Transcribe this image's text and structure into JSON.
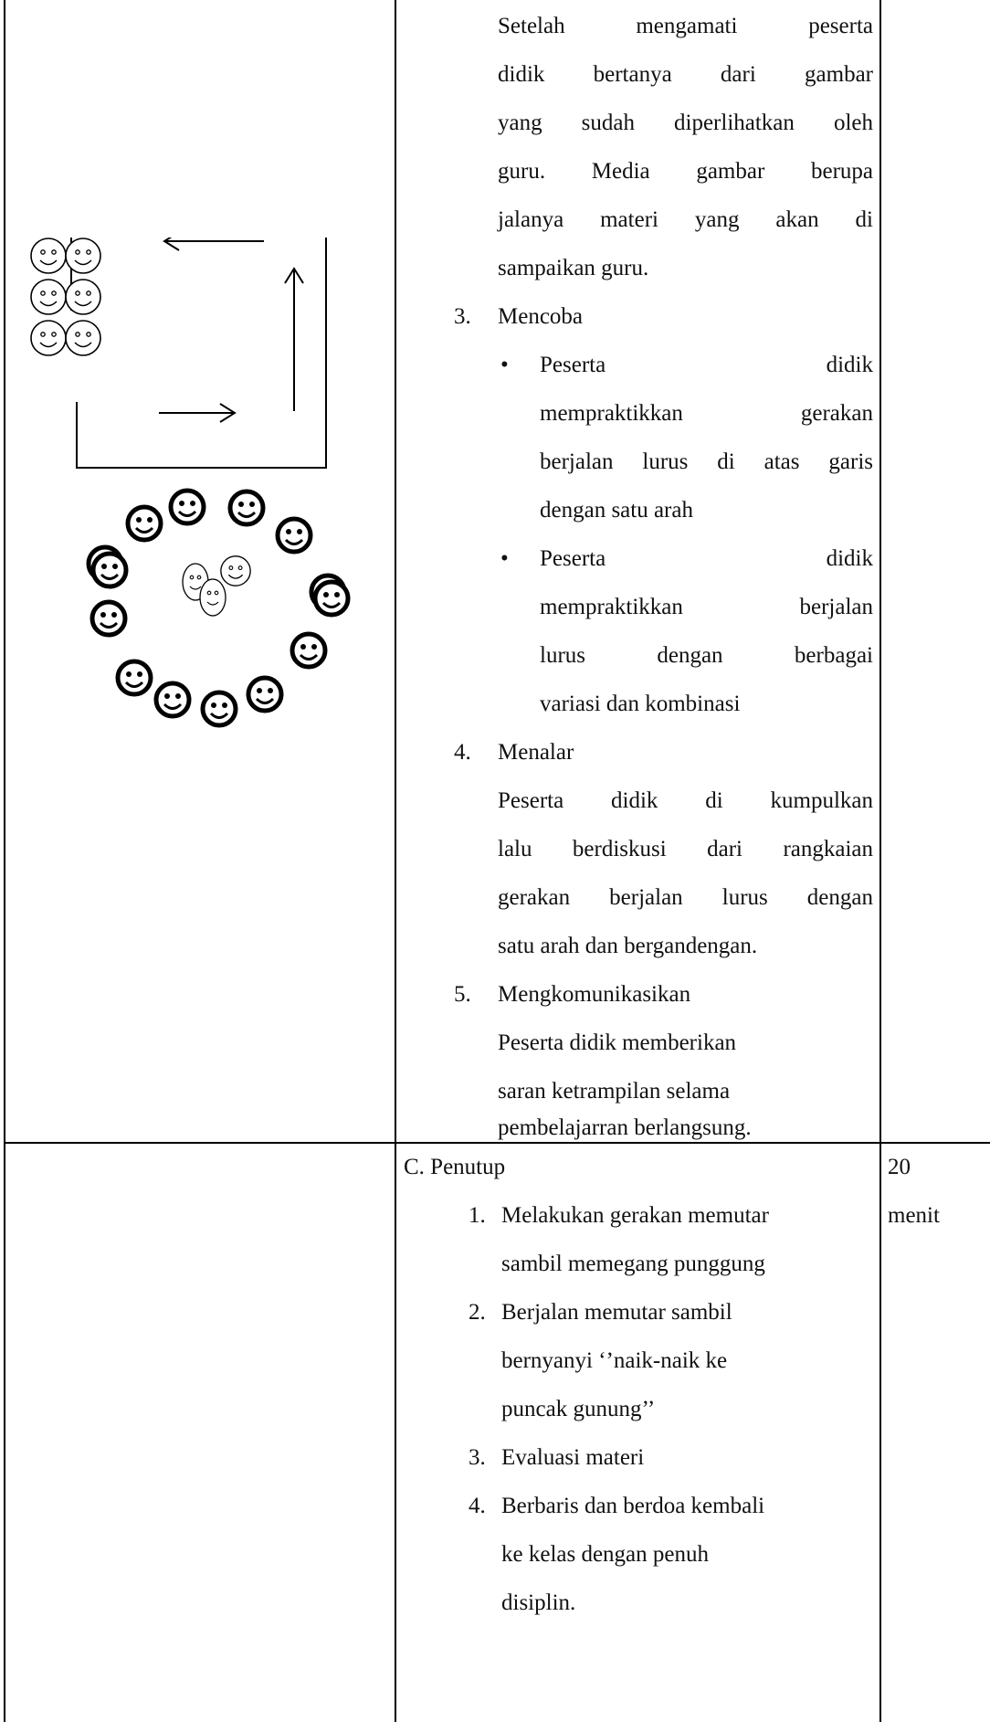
{
  "row1": {
    "intro_lines": [
      "Setelah    mengamati    peserta",
      "didik  bertanya  dari  gambar",
      "yang sudah diperlihatkan oleh",
      "guru.  Media  gambar  berupa",
      "jalanya  materi  yang  akan  di",
      "sampaikan guru."
    ],
    "step3_number": "3.",
    "step3_title": "Mencoba",
    "step3_bullets": [
      [
        "Peserta                          didik",
        "mempraktikkan      gerakan",
        "berjalan lurus di atas garis",
        "dengan satu arah"
      ],
      [
        "Peserta                          didik",
        "mempraktikkan      berjalan",
        "lurus      dengan      berbagai",
        "variasi dan kombinasi"
      ]
    ],
    "step4_number": "4.",
    "step4_title": "Menalar",
    "step4_lines": [
      "Peserta  didik  di  kumpulkan",
      "lalu berdiskusi dari rangkaian",
      "gerakan berjalan lurus dengan",
      "satu arah dan bergandengan."
    ],
    "step5_number": "5.",
    "step5_title": "Mengkomunikasikan",
    "step5_lines": [
      "Peserta didik memberikan",
      "saran ketrampilan selama",
      "pembelajarran berlangsung."
    ]
  },
  "row2": {
    "section_title": "C.  Penutup",
    "items": [
      {
        "num": "1.",
        "lines": [
          "Melakukan gerakan memutar",
          "sambil memegang punggung"
        ]
      },
      {
        "num": "2.",
        "lines": [
          "Berjalan memutar sambil",
          "bernyanyi ‘’naik-naik ke",
          "puncak gunung’’"
        ]
      },
      {
        "num": "3.",
        "lines": [
          "Evaluasi materi"
        ]
      },
      {
        "num": "4.",
        "lines": [
          "Berbaris dan berdoa kembali",
          "ke kelas dengan penuh",
          "disiplin."
        ]
      }
    ],
    "time_value": "20",
    "time_unit": "menit"
  },
  "diagram": {
    "icons": [
      "smiley-face-icon",
      "arrow-left-icon",
      "arrow-up-icon",
      "arrow-right-icon"
    ]
  }
}
